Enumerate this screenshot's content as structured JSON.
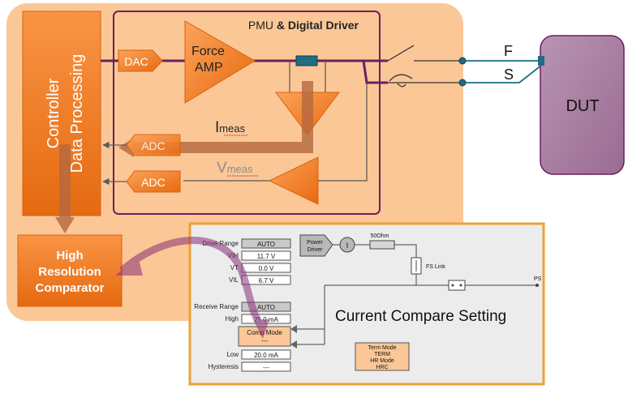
{
  "diagram": {
    "pmu_title_plain": "PMU ",
    "pmu_title_bold": "& Digital Driver",
    "controller_line1": "Controller",
    "controller_line2": "Data Processing",
    "dac_label": "DAC",
    "force_amp_line1": "Force",
    "force_amp_line2": "AMP",
    "imeas_main": "I",
    "imeas_sub": "meas",
    "vmeas_main": "V",
    "vmeas_sub": "meas",
    "adc_label": "ADC",
    "force_label": "F",
    "sense_label": "S",
    "dut_label": "DUT",
    "hrc_line1": "High",
    "hrc_line2": "Resolution",
    "hrc_line3": "Comparator"
  },
  "settings_panel": {
    "title": "Current Compare Setting",
    "drive_range_label": "Drive Range",
    "drive_range_value": "AUTO",
    "vih_label": "VIH",
    "vih_value": "11.7 V",
    "vt_label": "VT",
    "vt_value": "0.0 V",
    "vil_label": "VIL",
    "vil_value": "6.7 V",
    "receive_range_label": "Receive Range",
    "receive_range_value": "AUTO",
    "high_label": "High",
    "high_value": "25.0 mA",
    "comp_mode_label": "Comp Mode",
    "comp_mode_value": "---",
    "low_label": "Low",
    "low_value": "20.0 mA",
    "hysteresis_label": "Hysteresis",
    "hysteresis_value": "---",
    "power_driver_line1": "Power",
    "power_driver_line2": "Driver",
    "current_symbol": "I",
    "resistor_label": "50Ohm",
    "fs_link_label": "FS Link",
    "ps_label": "PS",
    "term_mode_line1": "Term Mode",
    "term_mode_line2": "TERM",
    "hr_mode_line1": "HR Mode",
    "hr_mode_line2": "HRC"
  },
  "colors": {
    "orange_panel": "#fbc797",
    "orange_block": "#f07d1a",
    "purple_line": "#6b1f5e",
    "teal": "#1f6d83",
    "dut_fill": "#a87ba0",
    "panel_border": "#e8a23a"
  }
}
